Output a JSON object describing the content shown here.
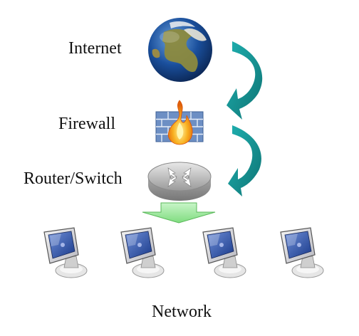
{
  "labels": {
    "internet": "Internet",
    "firewall": "Firewall",
    "router": "Router/Switch",
    "network": "Network"
  },
  "colors": {
    "arrow_teal": "#1a9a9a",
    "down_arrow_green": "#9ae89a",
    "globe_ocean": "#1a4f9c",
    "globe_land": "#7a8a3a",
    "firewall_brick": "#5a7fb4",
    "flame": "#f39a1a",
    "router_body": "#b8b8b8",
    "monitor_screen": "#2a4fa8"
  },
  "icons": [
    "globe-icon",
    "firewall-icon",
    "router-icon",
    "computer-icon"
  ],
  "computers_count": 4
}
